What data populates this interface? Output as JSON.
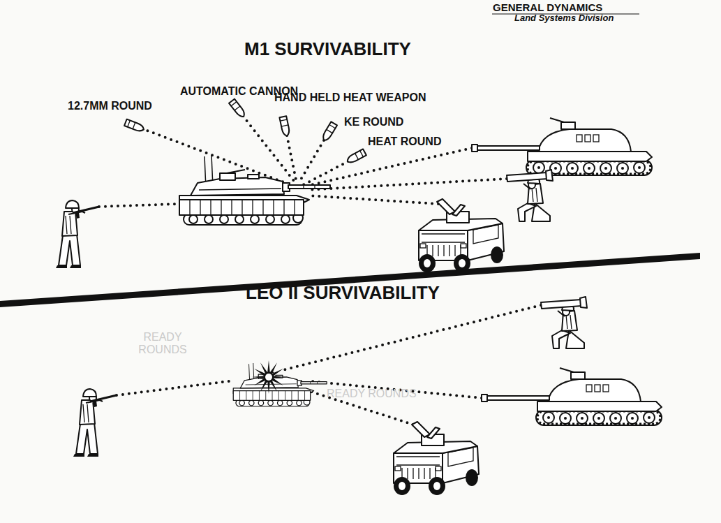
{
  "diagram": {
    "labels": [
      "GENERAL DYNAMICS",
      "Land Systems Division",
      "M1 SURVIVABILITY",
      "12.7MM ROUND",
      "AUTOMATIC CANNON",
      "HAND HELD HEAT WEAPON",
      "KE ROUND",
      "HEAT ROUND",
      "LEO II SURVIVABILITY",
      "READY ROUNDS",
      "READY ROUNDS"
    ]
  }
}
